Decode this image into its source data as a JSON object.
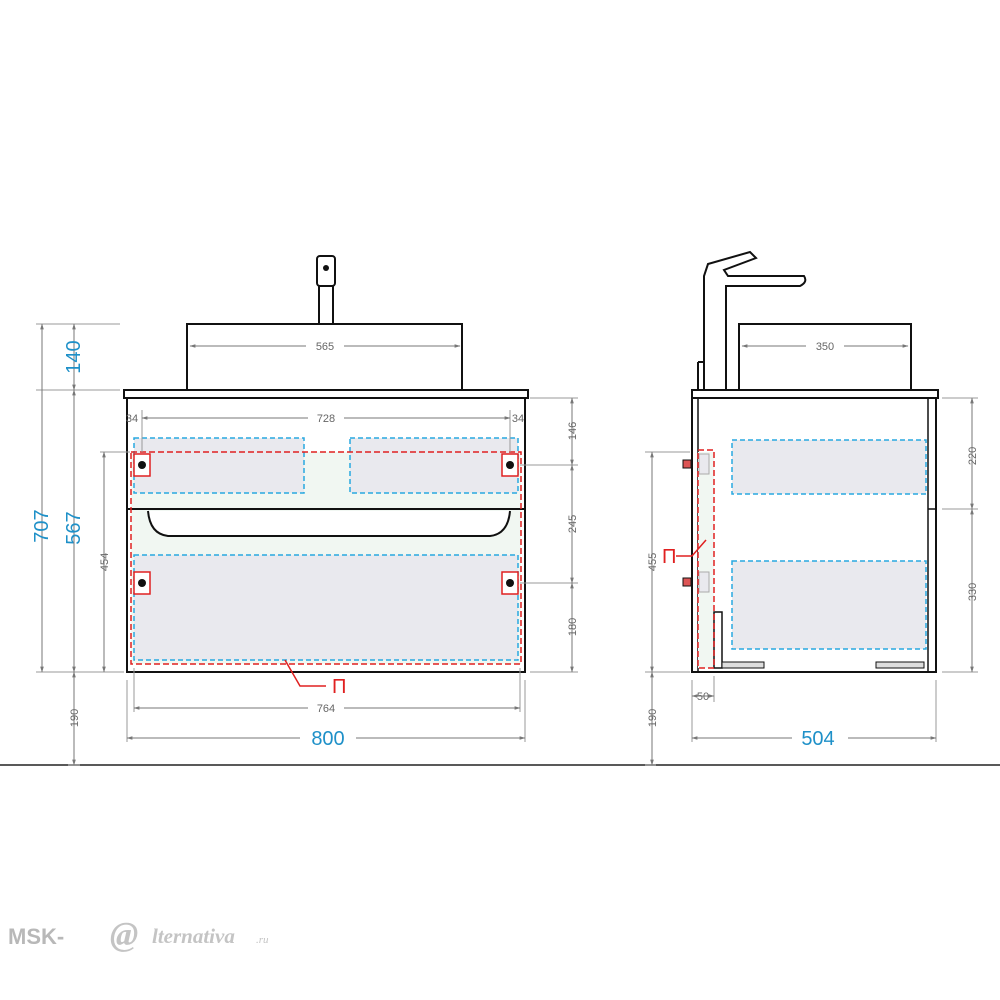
{
  "front_view": {
    "basin_width": "565",
    "top_height": "140",
    "total_height": "707",
    "cabinet_height": "567",
    "inner_span": "728",
    "left_offset": "34",
    "right_offset": "34",
    "mount_height": "454",
    "floor_gap": "190",
    "inner_width": "764",
    "overall_width": "800",
    "right_dim_1": "146",
    "right_dim_2": "245",
    "right_dim_3": "180",
    "marker": "П"
  },
  "side_view": {
    "basin_depth": "350",
    "side_mount_height": "455",
    "floor_gap": "190",
    "drawer_top": "220",
    "drawer_bottom": "330",
    "back_offset": "50",
    "overall_depth": "504",
    "marker": "П"
  },
  "logo": {
    "part1": "MSK-",
    "part2": "@",
    "part3": "lternativa",
    "part4": ".ru"
  },
  "colors": {
    "line": "#111111",
    "dim_gray": "#777777",
    "dim_blue": "#1e90c8",
    "dash_blue": "#29a9e0",
    "dash_red": "#e02020",
    "fill_light": "#e9e9ee"
  }
}
